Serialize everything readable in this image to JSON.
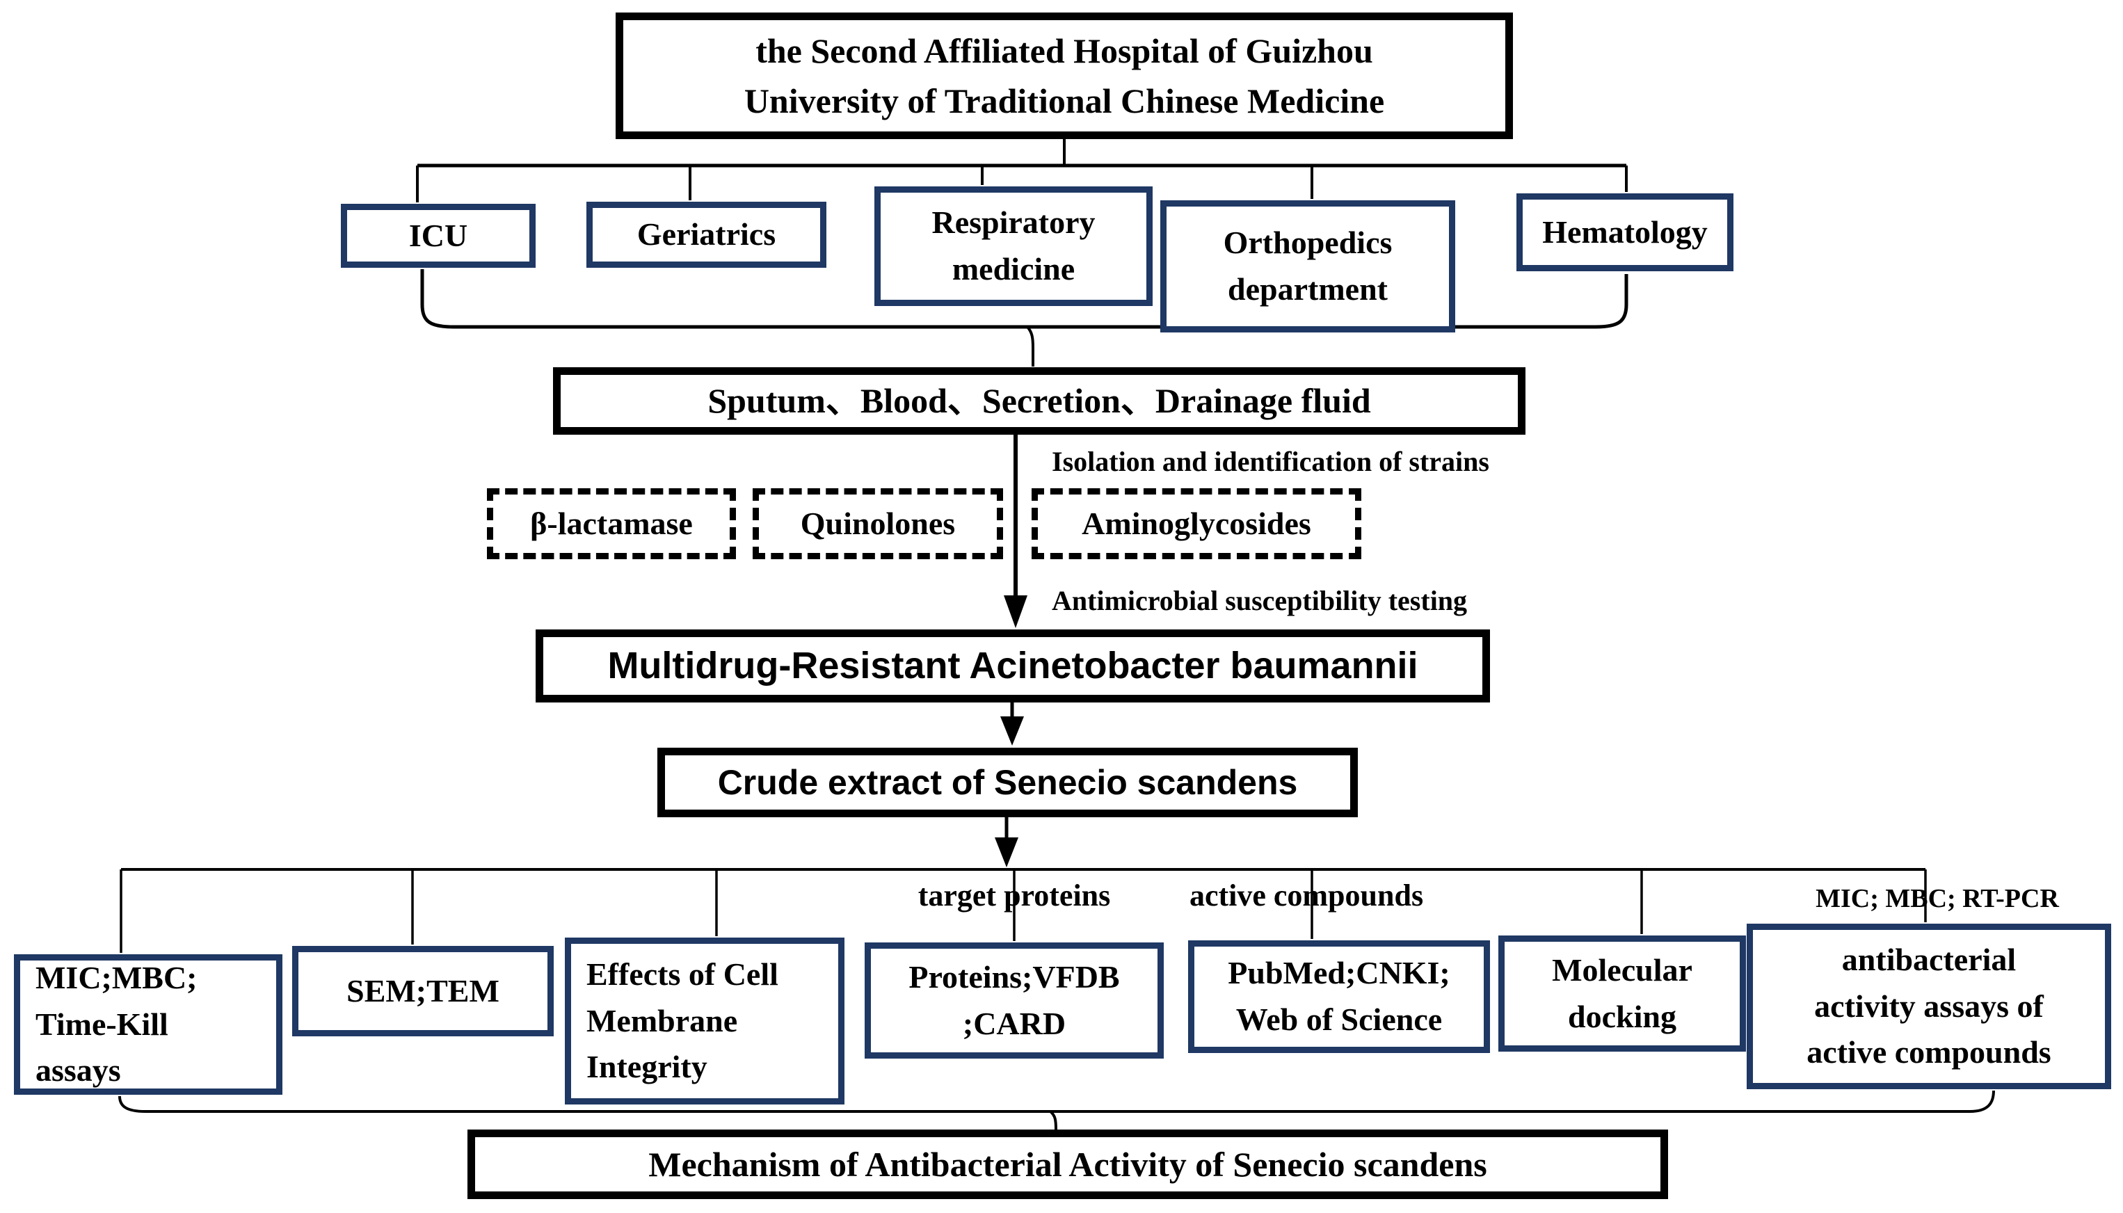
{
  "colors": {
    "navy_border": "#1f3864",
    "black": "#000000",
    "background": "#ffffff"
  },
  "flow": {
    "hospital": "the Second Affiliated Hospital of Guizhou\nUniversity of Traditional Chinese Medicine",
    "departments": [
      "ICU",
      "Geriatrics",
      "Respiratory\nmedicine",
      "Orthopedics\ndepartment",
      "Hematology"
    ],
    "samples": "Sputum、Blood、Secretion、Drainage fluid",
    "isolation_label": "Isolation and identification of strains",
    "resistance_classes": [
      "β-lactamase",
      "Quinolones",
      "Aminoglycosides"
    ],
    "susceptibility_label": "Antimicrobial susceptibility testing",
    "mdr_strain": "Multidrug-Resistant Acinetobacter baumannii",
    "crude_extract": "Crude extract of Senecio scandens",
    "branch_labels": {
      "target_proteins": "target proteins",
      "active_compounds": "active compounds",
      "mic_mbc_rtpcr": "MIC; MBC; RT-PCR"
    },
    "assays": [
      "MIC;MBC;\nTime-Kill\nassays",
      "SEM;TEM",
      "Effects of Cell\nMembrane\nIntegrity",
      "Proteins;VFDB\n;CARD",
      "PubMed;CNKI;\nWeb of Science",
      "Molecular\ndocking",
      "antibacterial\nactivity assays of\nactive compounds"
    ],
    "mechanism": "Mechanism of Antibacterial Activity of Senecio scandens"
  }
}
